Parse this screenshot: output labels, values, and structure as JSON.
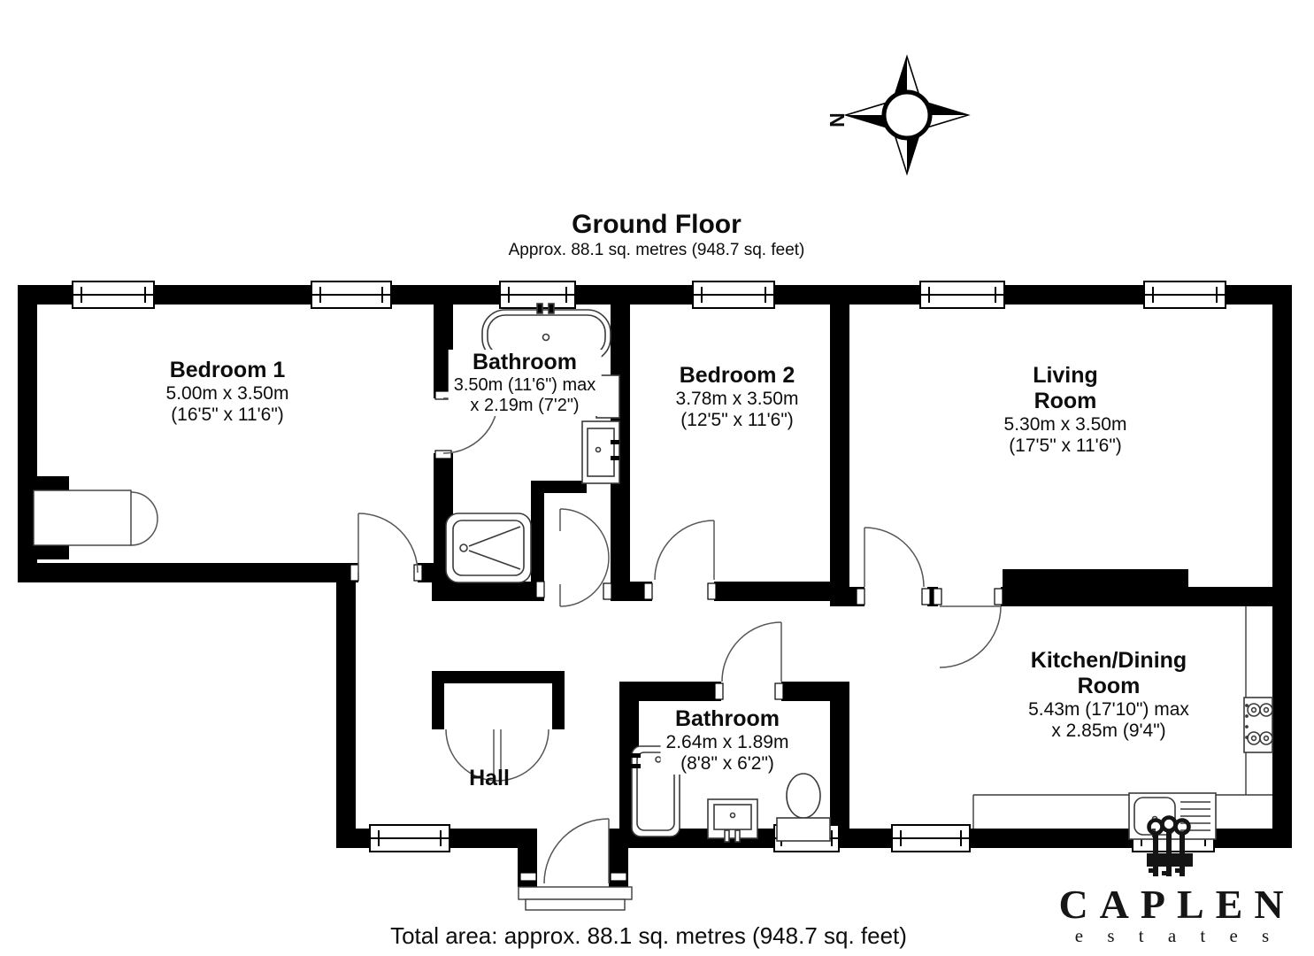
{
  "header": {
    "title": "Ground Floor",
    "subtitle": "Approx. 88.1 sq. metres (948.7 sq. feet)"
  },
  "compass": {
    "north_label": "N"
  },
  "rooms": {
    "bedroom1": {
      "name": "Bedroom 1",
      "metric": "5.00m x 3.50m",
      "imperial": "(16'5\" x 11'6\")"
    },
    "bathroom1": {
      "name": "Bathroom",
      "metric": "3.50m (11'6\") max",
      "imperial": "x 2.19m (7'2\")"
    },
    "bedroom2": {
      "name": "Bedroom 2",
      "metric": "3.78m x 3.50m",
      "imperial": "(12'5\" x 11'6\")"
    },
    "living_room": {
      "name_line1": "Living",
      "name_line2": "Room",
      "metric": "5.30m x 3.50m",
      "imperial": "(17'5\" x 11'6\")"
    },
    "kitchen": {
      "name_line1": "Kitchen/Dining",
      "name_line2": "Room",
      "metric": "5.43m (17'10\") max",
      "imperial": "x 2.85m (9'4\")"
    },
    "bathroom2": {
      "name": "Bathroom",
      "metric": "2.64m x 1.89m",
      "imperial": "(8'8\" x 6'2\")"
    },
    "hall": {
      "name": "Hall"
    }
  },
  "footer": {
    "total_area": "Total area: approx. 88.1 sq. metres (948.7 sq. feet)"
  },
  "brand": {
    "name": "CAPLEN",
    "tagline": "e s t a t e s"
  },
  "colors": {
    "wall": "#000000",
    "background": "#ffffff",
    "fixture_line": "#3a3a3a",
    "door_line": "#555555"
  }
}
